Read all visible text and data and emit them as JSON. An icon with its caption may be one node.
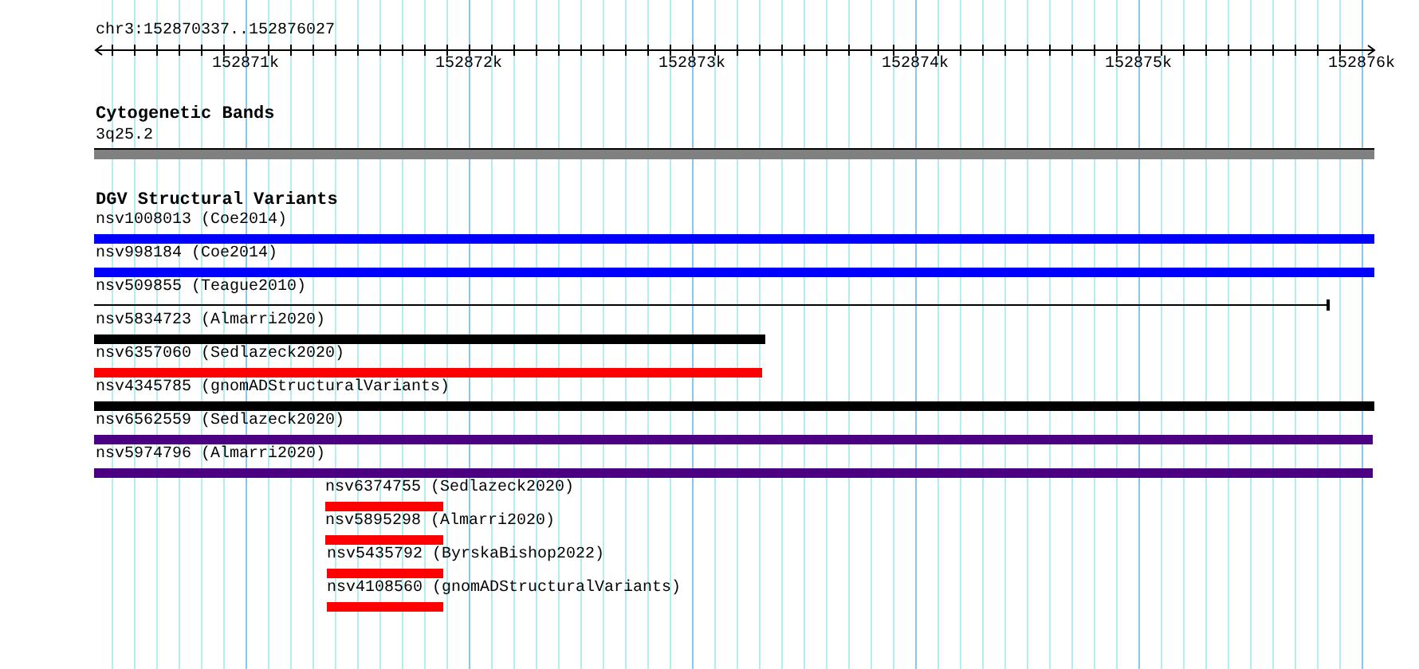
{
  "diagram": {
    "nodes": [
      {
        "text": [
          "Cytogenetic Bands"
        ]
      },
      {
        "text": [
          "3q25.2"
        ],
        "in": 0
      },
      {
        "text": [
          "DGV Structural Variants"
        ]
      },
      {
        "text": [
          "nsv1008013 (Coe2014)"
        ],
        "in": 2
      },
      {
        "text": [
          "nsv998184 (Coe2014)"
        ],
        "in": 2
      },
      {
        "text": [
          "nsv509855 (Teague2010)"
        ],
        "in": 2
      },
      {
        "text": [
          "nsv5834723 (Almarri2020)"
        ],
        "in": 2
      },
      {
        "text": [
          "nsv6357060 (Sedlazeck2020)"
        ],
        "in": 2
      },
      {
        "text": [
          "nsv4345785 (gnomADStructuralVariants)"
        ],
        "in": 2
      },
      {
        "text": [
          "nsv6562559 (Sedlazeck2020)"
        ],
        "in": 2
      },
      {
        "text": [
          "nsv5974796 (Almarri2020)"
        ],
        "in": 2
      },
      {
        "text": [
          "nsv6374755 (Sedlazeck2020)"
        ],
        "in": 2
      },
      {
        "text": [
          "nsv5895298 (Almarri2020)"
        ],
        "in": 2
      },
      {
        "text": [
          "nsv5435792 (ByrskaBishop2022)"
        ],
        "in": 2
      },
      {
        "text": [
          "nsv4108560 (gnomADStructuralVariants)"
        ],
        "in": 2
      }
    ],
    "edges": [],
    "labels": [
      "chr3:152870337..152876027",
      "152871k",
      "152872k",
      "152873k",
      "152874k",
      "152875k",
      "152876k"
    ]
  }
}
